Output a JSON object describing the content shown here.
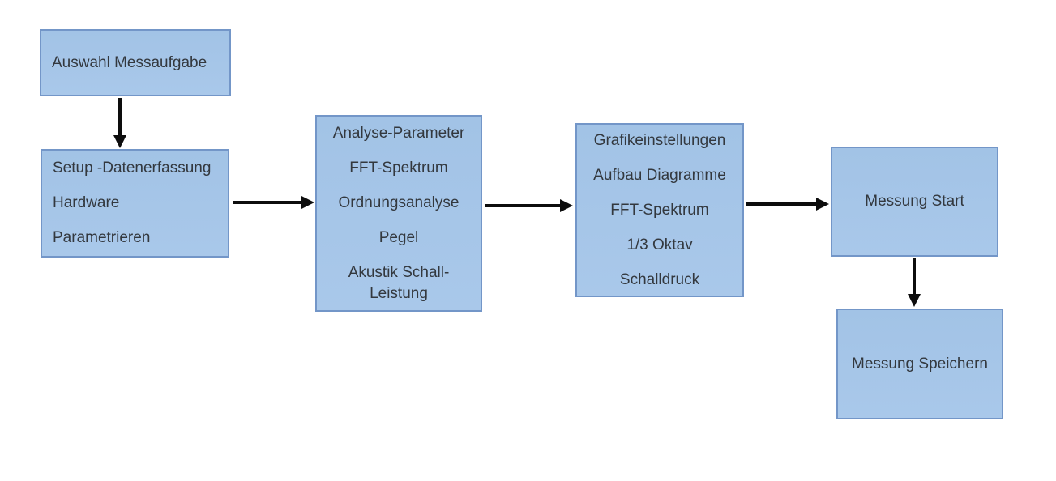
{
  "diagram": {
    "type": "flowchart",
    "language": "de",
    "colors": {
      "page_background": "#ffffff",
      "node_fill": "#a9c8ea",
      "node_fill_top": "#a2c3e6",
      "node_border": "#7396c8",
      "text": "#33383e",
      "arrow": "#0d0d0d"
    },
    "nodes": [
      {
        "id": "auswahl-messaufgabe",
        "lines": [
          "Auswahl Messaufgabe"
        ]
      },
      {
        "id": "setup-datenerfassung",
        "lines": [
          "Setup -Datenerfassung",
          "Hardware",
          "Parametrieren"
        ]
      },
      {
        "id": "analyse-parameter",
        "lines": [
          "Analyse-Parameter",
          "FFT-Spektrum",
          "Ordnungsanalyse",
          "Pegel",
          "Akustik Schall-\nLeistung"
        ]
      },
      {
        "id": "grafikeinstellungen",
        "lines": [
          "Grafikeinstellungen",
          "Aufbau Diagramme",
          "FFT-Spektrum",
          "1/3 Oktav",
          "Schalldruck"
        ]
      },
      {
        "id": "messung-start",
        "lines": [
          "Messung Start"
        ]
      },
      {
        "id": "messung-speichern",
        "lines": [
          "Messung Speichern"
        ]
      }
    ],
    "edges": [
      {
        "from": "auswahl-messaufgabe",
        "to": "setup-datenerfassung",
        "direction": "down"
      },
      {
        "from": "setup-datenerfassung",
        "to": "analyse-parameter",
        "direction": "right"
      },
      {
        "from": "analyse-parameter",
        "to": "grafikeinstellungen",
        "direction": "right"
      },
      {
        "from": "grafikeinstellungen",
        "to": "messung-start",
        "direction": "right"
      },
      {
        "from": "messung-start",
        "to": "messung-speichern",
        "direction": "down"
      }
    ]
  }
}
